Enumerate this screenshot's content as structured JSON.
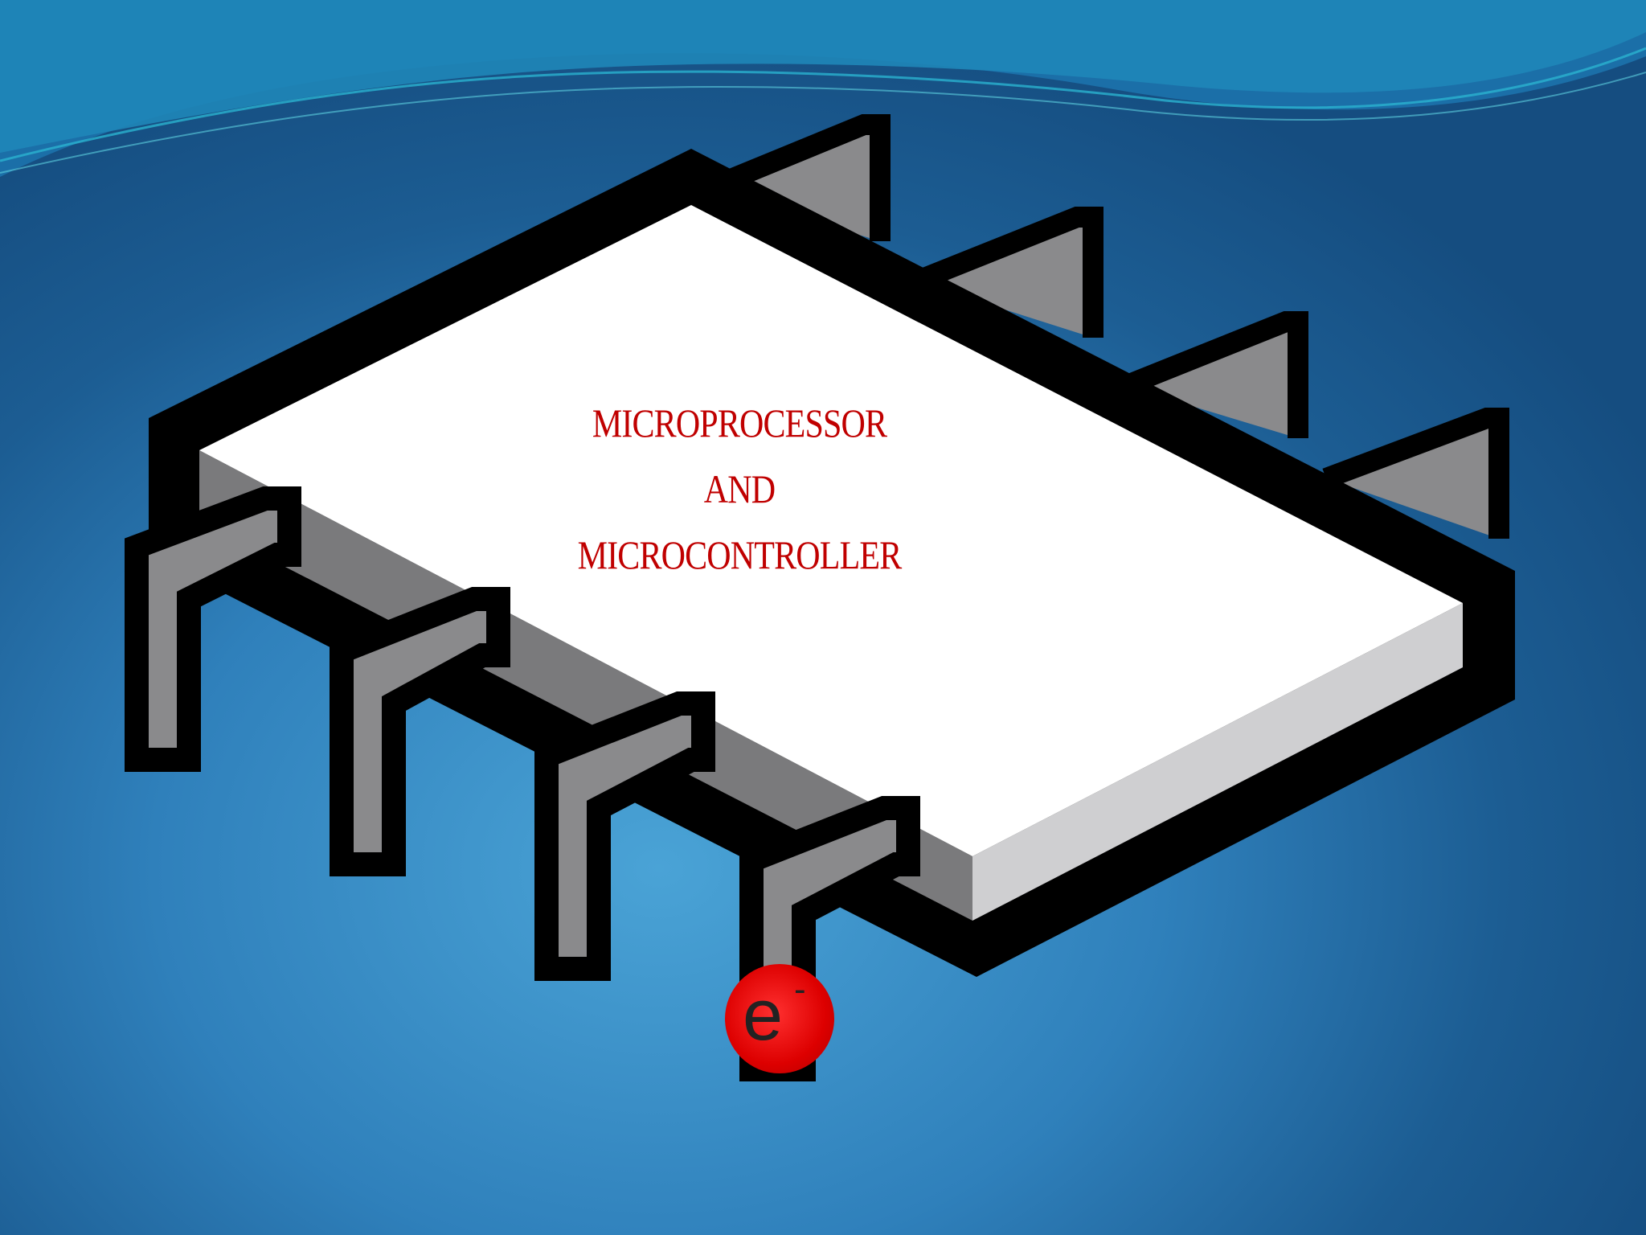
{
  "slide": {
    "title_lines": [
      "MICROPROCESSOR",
      "AND",
      "MICROCONTROLLER"
    ],
    "electron_symbol": "e",
    "electron_charge": "-"
  },
  "colors": {
    "background_center": "#4aa3d6",
    "background_edge": "#154d80",
    "wave_light": "#2bb3d0",
    "title_text": "#c00000",
    "chip_top": "#ffffff",
    "chip_side": "#7a7a7c",
    "chip_front": "#cfcfd1",
    "pin_fill": "#8a8a8c",
    "outline": "#000000",
    "electron": "#dd0000"
  },
  "icons": {
    "chip": "ic-chip-icon",
    "electron": "electron-icon",
    "wave": "wave-decoration"
  }
}
